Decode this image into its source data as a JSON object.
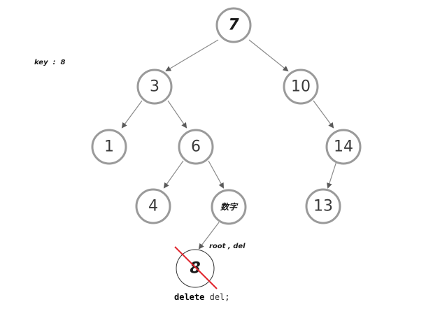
{
  "annotation": {
    "key_label": "key  :  8",
    "pointer_label": "root , del"
  },
  "nodes": [
    {
      "id": "n7",
      "label": "7",
      "style": "bold-italic"
    },
    {
      "id": "n3",
      "label": "3"
    },
    {
      "id": "n10",
      "label": "10"
    },
    {
      "id": "n1",
      "label": "1"
    },
    {
      "id": "n6",
      "label": "6"
    },
    {
      "id": "n14",
      "label": "14"
    },
    {
      "id": "n4",
      "label": "4"
    },
    {
      "id": "n_placeholder",
      "label": "数字",
      "style": "bold-italic-small"
    },
    {
      "id": "n13",
      "label": "13"
    },
    {
      "id": "n8",
      "label": "8",
      "style": "bold-italic",
      "deleted": true
    }
  ],
  "code": {
    "keyword": "delete",
    "identifier": "del",
    "terminator": ";"
  },
  "colors": {
    "node_stroke": "#9a9a9a",
    "edge": "#8a8a8a",
    "strike": "#e0222a",
    "text": "#3a3a3a"
  }
}
